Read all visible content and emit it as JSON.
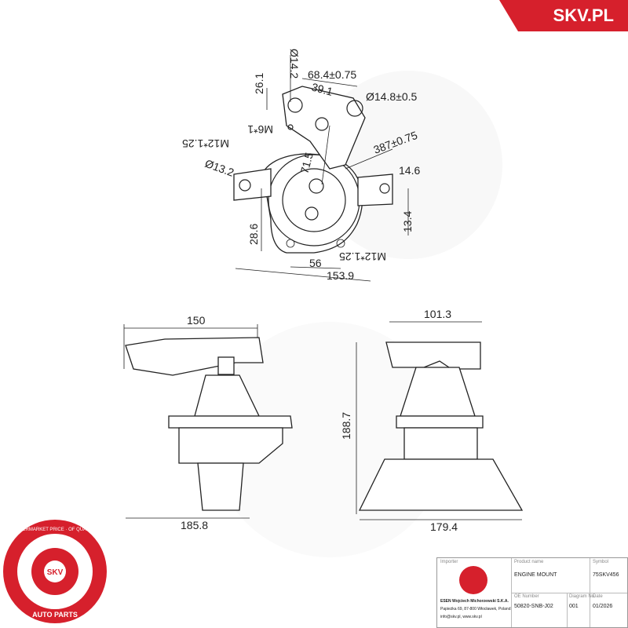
{
  "brand": {
    "name": "SKV.PL",
    "accent": "#d6202c"
  },
  "seal": {
    "ring_text": "AFTERMARKET PRICE · OF QUALITY",
    "center": "SKV",
    "bottom": "AUTO PARTS"
  },
  "dimensions": {
    "top": {
      "d_14_2": "Ø14.2",
      "d_68_4": "68.4±0.75",
      "d_26_1": "26.1",
      "d_39_1": "39.1",
      "d_14_8": "Ø14.8±0.5",
      "m6": "M6*1",
      "m12_a": "M12*1.25",
      "d_71_5": "71.5",
      "d_387": "387±0.75",
      "d_13_2": "Ø13.2",
      "d_14_6": "14.6",
      "d_13_4": "13.4",
      "d_28_6": "28.6",
      "d_56": "56",
      "m12_b": "M12*1.25",
      "d_153_9": "153.9"
    },
    "side_left": {
      "w_150": "150",
      "w_185_8": "185.8"
    },
    "side_right": {
      "w_101_3": "101.3",
      "h_188_7": "188.7",
      "w_179_4": "179.4"
    }
  },
  "title_block": {
    "importer_label": "Importer",
    "importer_name": "ESEN Wojciech Michorzewski S.K.A.",
    "importer_addr": "Papieżka 69, 87-800 Włocławek, Poland",
    "importer_mail": "info@skv.pl, www.skv.pl",
    "product_label": "Product name",
    "product_value": "ENGINE MOUNT",
    "symbol_label": "Symbol",
    "symbol_value": "75SKV456",
    "oe_label": "OE Number",
    "oe_value": "50820-SNB-J02",
    "diagram_label": "Diagram No.",
    "diagram_value": "001",
    "date_label": "Date",
    "date_value": "01/2026"
  }
}
